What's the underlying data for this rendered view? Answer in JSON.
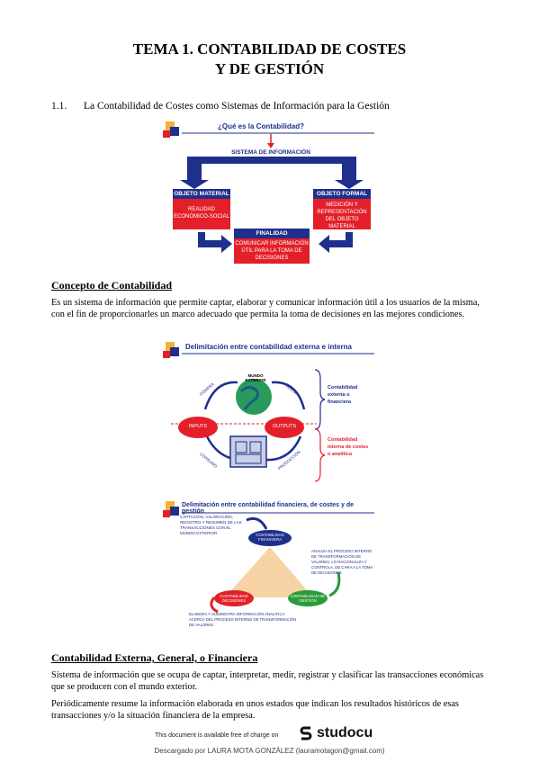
{
  "title_line1": "TEMA 1. CONTABILIDAD DE COSTES",
  "title_line2": "Y DE GESTIÓN",
  "section": {
    "number": "1.1.",
    "text": "La Contabilidad de Costes como Sistemas de Información para la Gestión"
  },
  "fig1": {
    "question": "¿Qué es la Contabilidad?",
    "system": "SISTEMA DE INFORMACIÓN",
    "obj_material": "OBJETO MATERIAL",
    "obj_material_body": "REALIDAD ECONÓMICO-SOCIAL",
    "obj_formal": "OBJETO FORMAL",
    "obj_formal_body": "MEDICIÓN Y REPRESENTACIÓN DEL OBJETO MATERIAL",
    "finalidad": "FINALIDAD",
    "finalidad_body": "COMUNICAR INFORMACIÓN ÚTIL PARA LA TOMA DE DECISIONES",
    "colors": {
      "blue": "#1f2f8c",
      "red": "#e3202a"
    }
  },
  "concept_heading": "Concepto de Contabilidad",
  "concept_text": "Es un sistema de información que permite captar, elaborar y comunicar información útil a los usuarios de la misma, con el fin de proporcionarles un marco adecuado que permita la toma de decisiones en las mejores condiciones.",
  "fig2": {
    "title": "Delimitación entre contabilidad externa e interna",
    "mundo": "MUNDO EXTERIOR",
    "compra": "COMPRA",
    "venta": "VENTA",
    "inputs": "INPUTS",
    "outputs": "OUTPUTS",
    "consumo": "CONSUMO",
    "produccion": "PRODUCCIÓN",
    "externa": "Contabilidad externa o financiera",
    "interna": "Contabilidad interna de costes o analítica"
  },
  "fig3": {
    "title": "Delimitación entre contabilidad financiera, de costes y de gestión",
    "top_note": "CAPTACIÓN, VALORACIÓN, REGISTRO Y RESUMEN DE LAS TRANSACCIONES CON EL MUNDO EXTERIOR",
    "financiera": "CONTABILIDAD FINANCIERA",
    "right_note": "ANALIZA EL PROCESO INTERNO DE TRANSFORMACIÓN DE VALORES, LO RACIONALIZA Y CONTROLA, DE CARA A LA TOMA DE DECISIONES",
    "decisiones": "CONTABILIDAD DECISIONES",
    "gestion": "CONTABILIDAD DE GESTIÓN",
    "bottom_note": "ELABORA Y SUMINISTRA INFORMACIÓN ANALÍTICA ACERCA DEL PROCESO INTERNO DE TRANSFORMACIÓN DE VALORES"
  },
  "ext_heading": "Contabilidad Externa, General, o Financiera",
  "ext_text1": "Sistema de información que se ocupa de captar, interpretar, medir, registrar y clasificar las transacciones económicas que se producen con el mundo exterior.",
  "ext_text2": "Periódicamente resume la información elaborada en unos estados que indican los resultados históricos de esas transacciones y/o la situación financiera de la empresa.",
  "footer_avail": "This document is available free of charge on",
  "brand": "studocu",
  "footer_download": "Descargado por LAURA MOTA GONZÁLEZ (lauramotagon@gmail.com)"
}
